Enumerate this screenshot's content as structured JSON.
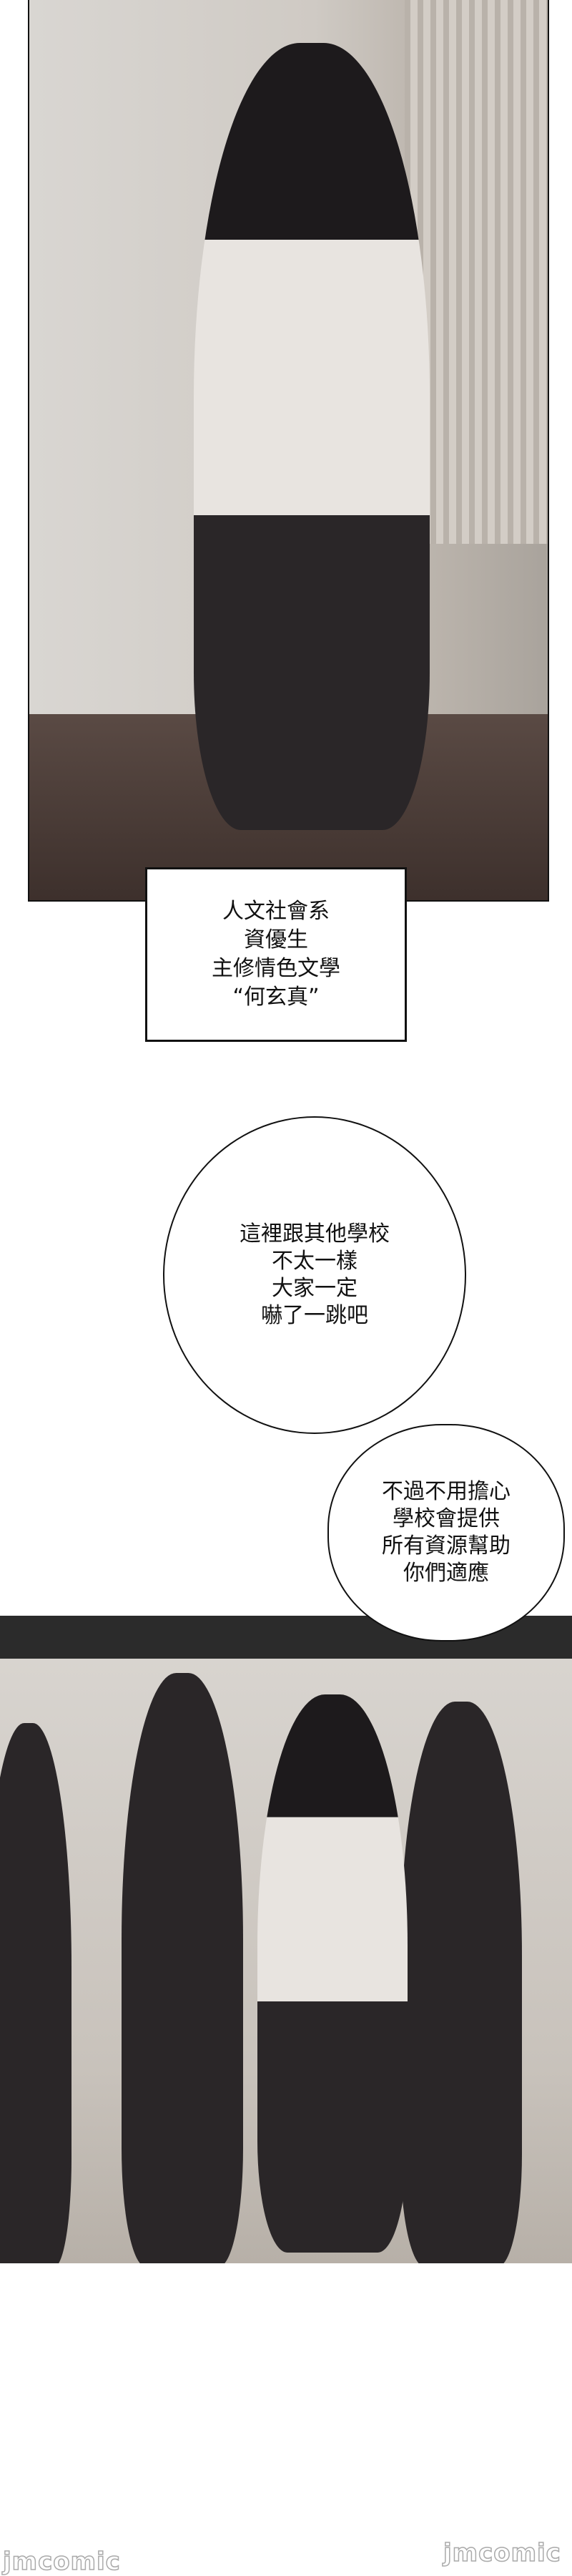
{
  "caption": {
    "lines": [
      "人文社會系",
      "資優生",
      "主修情色文學",
      "“何玄真”"
    ]
  },
  "bubble1": {
    "lines": [
      "這裡跟其他學校",
      "不太一樣",
      "大家一定",
      "嚇了一跳吧"
    ]
  },
  "bubble2": {
    "lines": [
      "不過不用擔心",
      "學校會提供",
      "所有資源幫助",
      "你們適應"
    ]
  },
  "watermark": {
    "left": "jmcomic",
    "right": "jmcomic"
  }
}
